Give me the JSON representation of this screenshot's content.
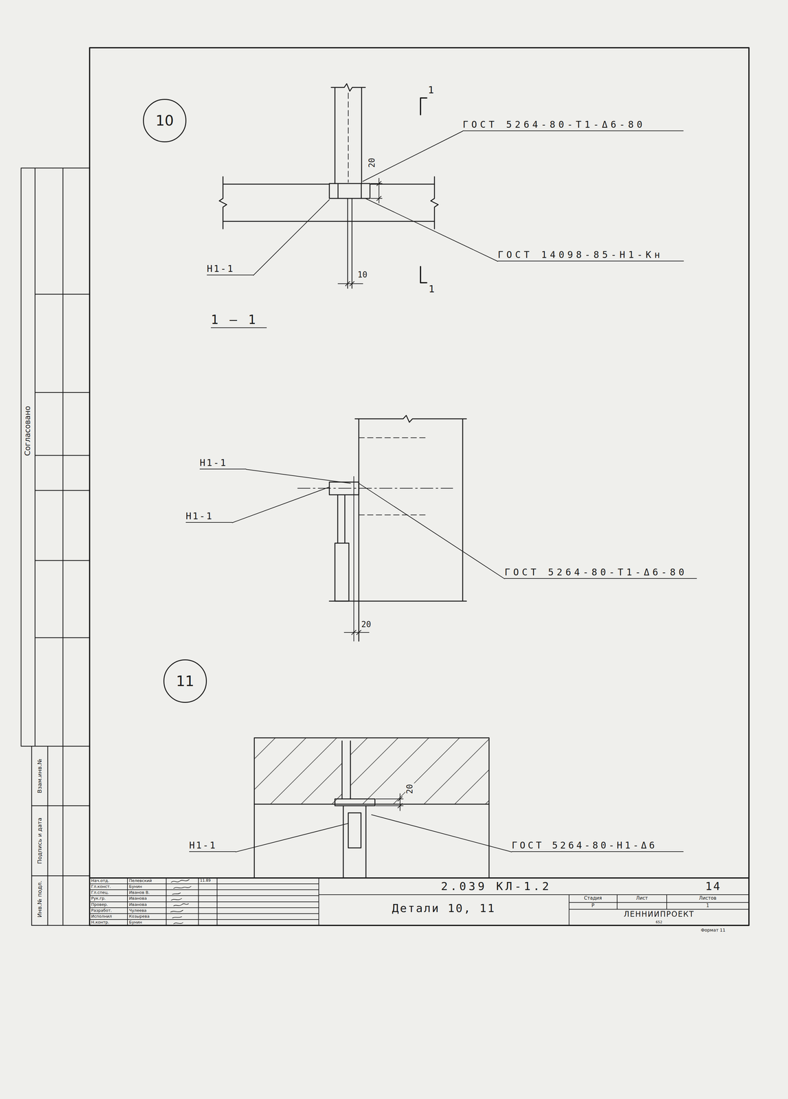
{
  "diagram": {
    "nodes": [
      {
        "text": [
          "10"
        ]
      },
      {
        "text": [
          "11"
        ]
      }
    ],
    "labels": [
      "ГОСТ 5264-80-Т1-Δ6-80",
      "20",
      "ГОСТ 14098-85-Н1-Кн",
      "Н1-1",
      "10",
      "1",
      "1",
      "1 — 1",
      "Н1-1",
      "Н1-1",
      "ГОСТ 5264-80-Т1-Δ6-80",
      "20",
      "20",
      "Н1-1",
      "ГОСТ 5264-80-Н1-Δ6",
      "Согласовано",
      "Взам.инв.№",
      "Подпись и дата",
      "Инв.№ подл.",
      "Нач.отд.",
      "Пелевский",
      "Гл.конст.",
      "Бунин",
      "Гл.спец.",
      "Иванов В.",
      "Рук.гр.",
      "Иванова",
      "Провер.",
      "Иванова",
      "Разработ.",
      "Чулеева",
      "Исполнил",
      "Козырева",
      "Н.контр.",
      "Бунин",
      "11.89",
      "2.039 КЛ-1.2",
      "14",
      "Детали 10, 11",
      "Стадия",
      "Лист",
      "Листов",
      "Р",
      "1",
      "ЛЕННИИПРОЕКТ",
      "652",
      "Формат 11"
    ]
  }
}
